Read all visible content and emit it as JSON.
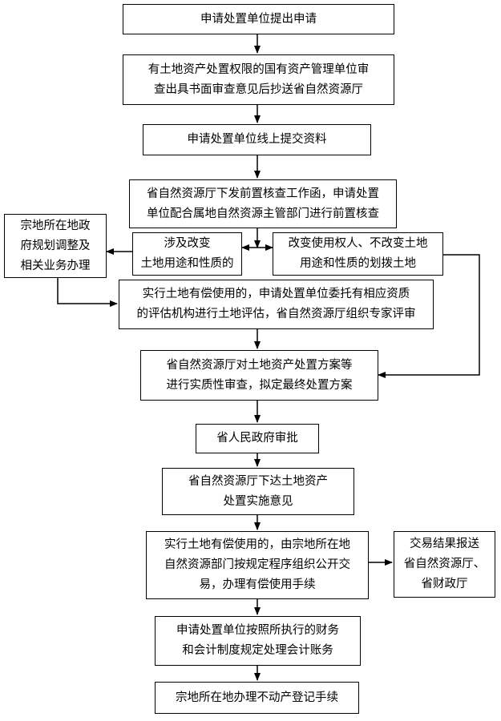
{
  "steps": {
    "s1": "申请处置单位提出申请",
    "s2": "有土地资产处置权限的国有资产管理单位审\n查出具书面审查意见后抄送省自然资源厅",
    "s3": "申请处置单位线上提交资料",
    "s4": "省自然资源厅下发前置核查工作函，申请处置\n单位配合属地自然资源主管部门进行前置核查",
    "left_side": "宗地所在地政\n府规划调整及\n相关业务办理",
    "branch_change": "涉及改变\n土地用途和性质的",
    "branch_nochange": "改变使用权人、不改变土地\n用途和性质的划拨土地",
    "s5": "实行土地有偿使用的，申请处置单位委托有相应资质\n的评估机构进行土地评估，省自然资源厅组织专家评审",
    "s6": "省自然资源厅对土地资产处置方案等\n进行实质性审查，拟定最终处置方案",
    "s7": "省人民政府审批",
    "s8": "省自然资源厅下达土地资产\n处置实施意见",
    "s9": "实行土地有偿使用的，由宗地所在地\n自然资源部门按规定程序组织公开交\n易，办理有偿使用手续",
    "right_side": "交易结果报送\n省自然资源厅、\n省财政厅",
    "s10": "申请处置单位按照所执行的财务\n和会计制度规定处理会计账务",
    "s11": "宗地所在地办理不动产登记手续"
  }
}
